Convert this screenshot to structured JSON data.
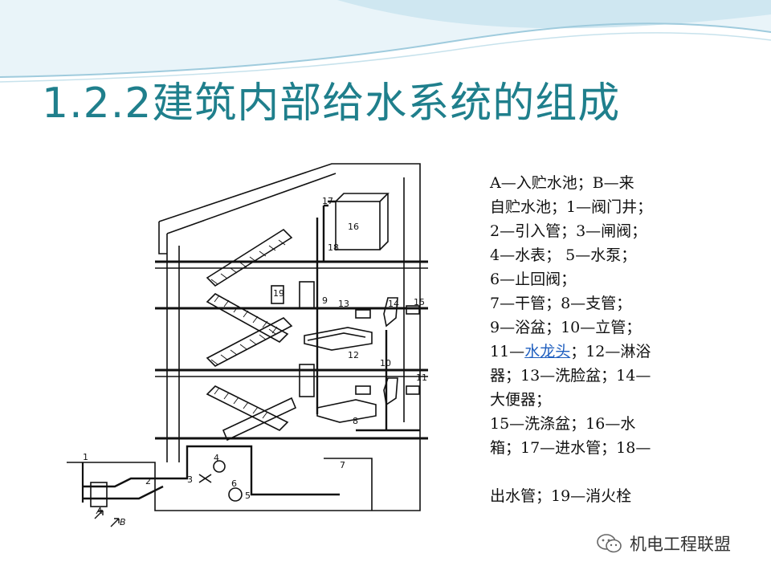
{
  "slide": {
    "title": "1.2.2建筑内部给水系统的组成",
    "accent_color": "#1f7f8c",
    "header_wave_color": "#bfe0ee"
  },
  "diagram": {
    "icon": "building-water-supply-section-illustration",
    "labels": [
      "A",
      "B",
      "1",
      "2",
      "3",
      "4",
      "5",
      "6",
      "7",
      "8",
      "9",
      "10",
      "11",
      "12",
      "13",
      "14",
      "15",
      "16",
      "17",
      "18",
      "19"
    ]
  },
  "legend": {
    "lines": [
      " A—入贮水池；B—来",
      "自贮水池；1—阀门井；",
      "2—引入管；3—闸阀；",
      "4—水表；  5—水泵；",
      "6—止回阀；",
      " 7—干管；8—支管；",
      "9—浴盆；10—立管；"
    ],
    "line11_prefix": "11—",
    "line11_link": "水龙头",
    "line11_suffix": "；12—淋浴",
    "lines_after": [
      "器；13—洗脸盆；14—",
      "大便器；",
      " 15—洗涤盆；16—水",
      "箱；17—进水管；18—"
    ],
    "last_line": "出水管；19—消火栓"
  },
  "watermark": {
    "icon": "wechat-icon",
    "text": "机电工程联盟"
  }
}
